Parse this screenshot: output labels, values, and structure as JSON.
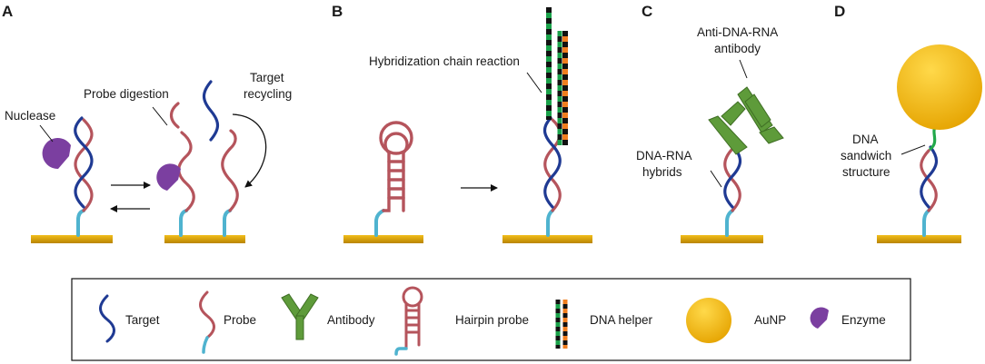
{
  "panels": {
    "a": {
      "letter": "A",
      "labels": {
        "nuclease": "Nuclease",
        "probe_digestion": "Probe digestion",
        "target_recycling_1": "Target",
        "target_recycling_2": "recycling"
      }
    },
    "b": {
      "letter": "B",
      "labels": {
        "hcr": "Hybridization chain reaction"
      }
    },
    "c": {
      "letter": "C",
      "labels": {
        "antibody_1": "Anti-DNA-RNA",
        "antibody_2": "antibody",
        "hybrids_1": "DNA-RNA",
        "hybrids_2": "hybrids"
      }
    },
    "d": {
      "letter": "D",
      "labels": {
        "sandwich_1": "DNA",
        "sandwich_2": "sandwich",
        "sandwich_3": "structure"
      }
    }
  },
  "legend": {
    "target": "Target",
    "probe": "Probe",
    "antibody": "Antibody",
    "hairpin": "Hairpin probe",
    "helper": "DNA helper",
    "aunp": "AuNP",
    "enzyme": "Enzyme"
  },
  "colors": {
    "target_strand": "#1f3a93",
    "probe_strand": "#b5545c",
    "linker": "#4fb3cf",
    "surface": "#e0a800",
    "antibody": "#5e9b3a",
    "enzyme": "#7b3fa0",
    "helper_green": "#1aa14a",
    "helper_orange": "#f07f1f",
    "aunp": "#f3b50f",
    "sandwich_link": "#22a84a"
  }
}
